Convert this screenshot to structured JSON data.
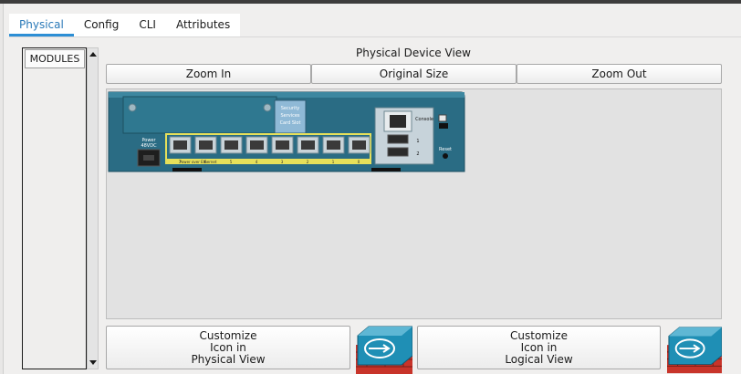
{
  "tabs": [
    {
      "label": "Physical",
      "active": true
    },
    {
      "label": "Config",
      "active": false
    },
    {
      "label": "CLI",
      "active": false
    },
    {
      "label": "Attributes",
      "active": false
    }
  ],
  "modules": {
    "header": "MODULES"
  },
  "physical_view": {
    "title": "Physical Device View",
    "zoom_in": "Zoom In",
    "original_size": "Original Size",
    "zoom_out": "Zoom Out"
  },
  "device": {
    "power_label_line1": "Power",
    "power_label_line2": "48VDC",
    "slot_label_line1": "Security",
    "slot_label_line2": "Services",
    "slot_label_line3": "Card Slot",
    "port_strip_label": "Power over Ethernet",
    "port_numbers": [
      "7",
      "6",
      "5",
      "4",
      "3",
      "2",
      "1",
      "0"
    ],
    "console_label": "Console",
    "usb_label_1": "1",
    "usb_label_2": "2",
    "reset_label": "Reset"
  },
  "customize": {
    "physical_line1": "Customize",
    "physical_line2": "Icon in",
    "physical_line3": "Physical View",
    "logical_line1": "Customize",
    "logical_line2": "Icon in",
    "logical_line3": "Logical View"
  },
  "colors": {
    "tab_active": "#2a79b8",
    "device_chassis": "#2a6c84",
    "poe_strip": "#e6e05a",
    "firewall_blue": "#1f8fb5",
    "firewall_brick": "#c8342a"
  },
  "icons": {
    "physical_view_icon": "firewall-icon",
    "logical_view_icon": "firewall-icon"
  }
}
